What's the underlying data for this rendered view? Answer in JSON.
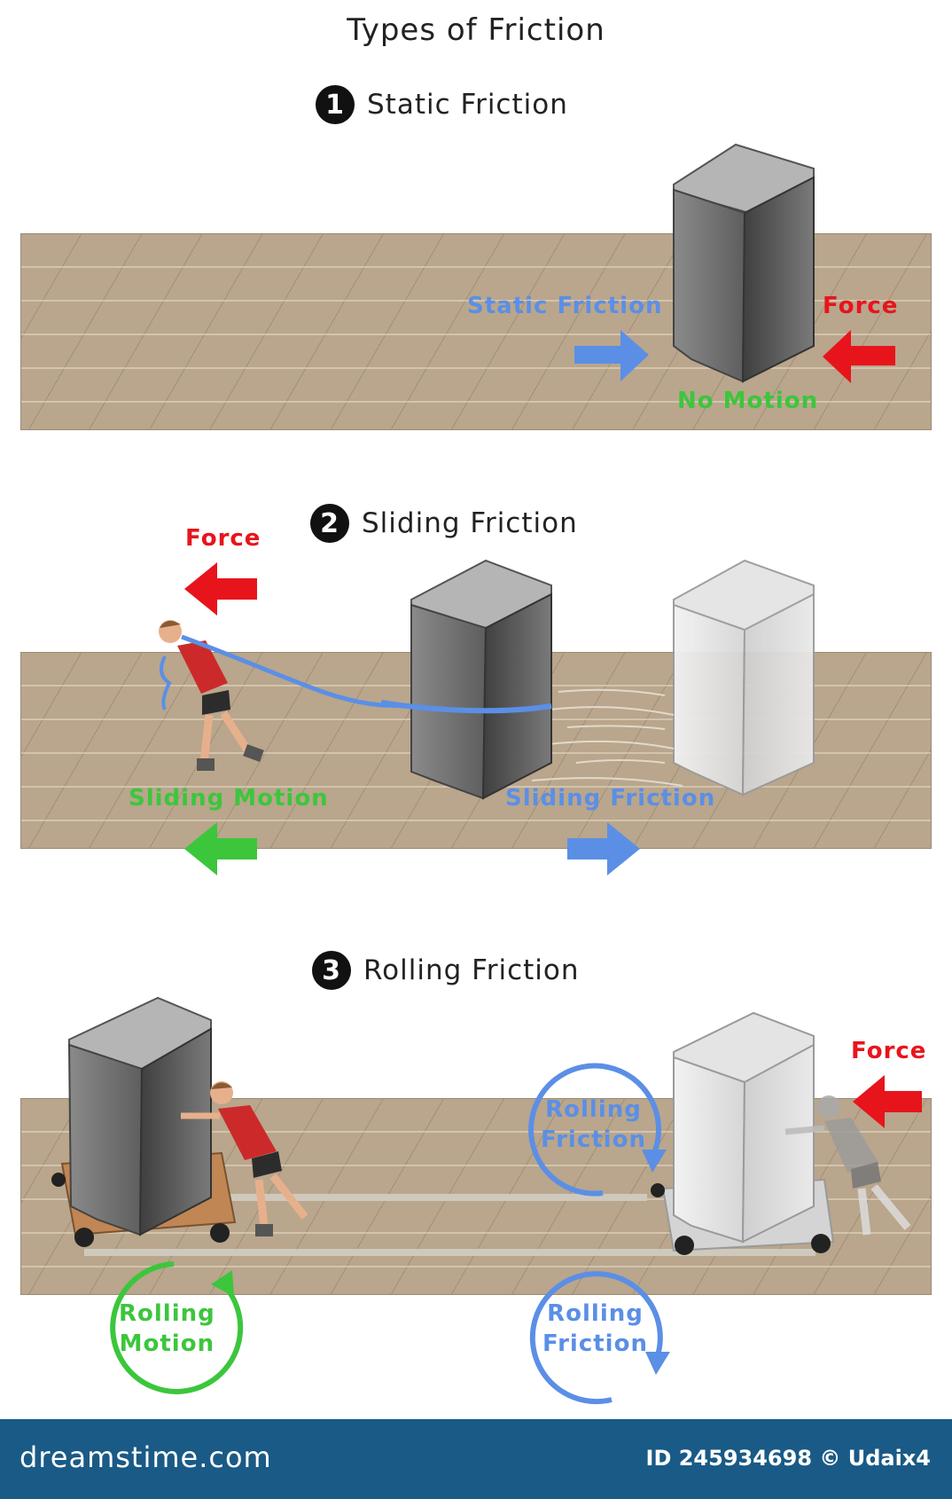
{
  "title": "Types of Friction",
  "colors": {
    "force": "#e8141c",
    "friction": "#5b8fe6",
    "motion": "#3cc63c"
  },
  "sections": [
    {
      "number": "1",
      "heading": "Static Friction",
      "labels": {
        "friction": "Static Friction",
        "force": "Force",
        "state": "No Motion"
      }
    },
    {
      "number": "2",
      "heading": "Sliding Friction",
      "labels": {
        "force": "Force",
        "motion": "Sliding Motion",
        "friction": "Sliding Friction"
      }
    },
    {
      "number": "3",
      "heading": "Rolling Friction",
      "labels": {
        "force": "Force",
        "friction_top_1": "Rolling",
        "friction_top_2": "Friction",
        "motion_1": "Rolling",
        "motion_2": "Motion",
        "friction_bottom_1": "Rolling",
        "friction_bottom_2": "Friction"
      }
    }
  ],
  "footer": {
    "brand": "dreamstime.com",
    "credit": "ID 245934698 © Udaix4"
  }
}
